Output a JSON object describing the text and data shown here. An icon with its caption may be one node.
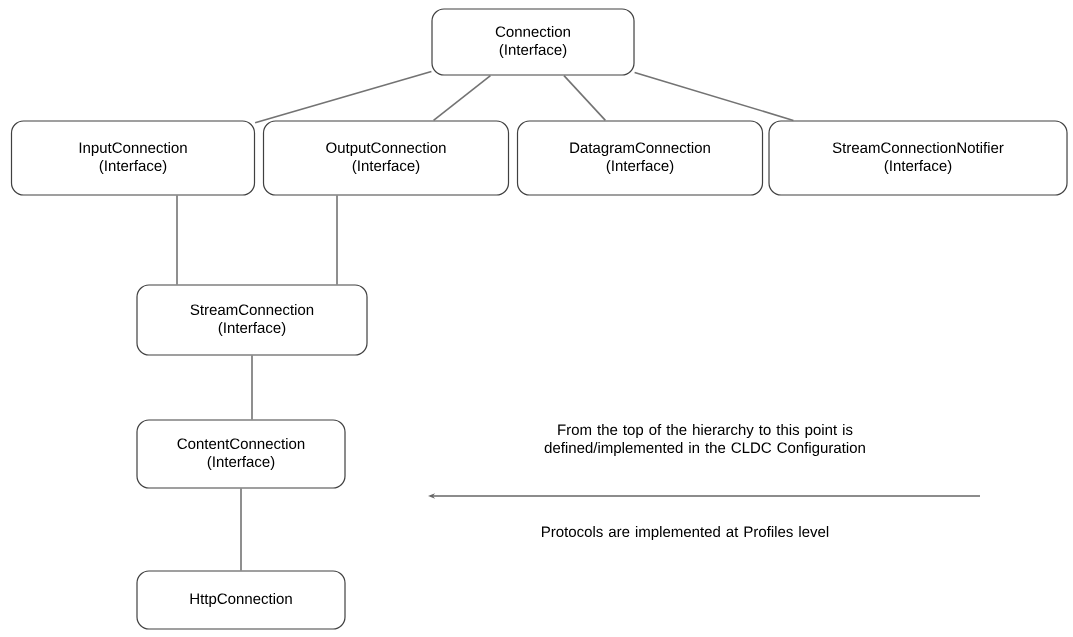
{
  "diagram": {
    "nodes": [
      {
        "text": [
          "Connection",
          "(Interface)"
        ]
      },
      {
        "text": [
          "InputConnection",
          "(Interface)"
        ]
      },
      {
        "text": [
          "OutputConnection",
          "(Interface)"
        ]
      },
      {
        "text": [
          "DatagramConnection",
          "(Interface)"
        ]
      },
      {
        "text": [
          "StreamConnectionNotifier",
          "(Interface)"
        ]
      },
      {
        "text": [
          "StreamConnection",
          "(Interface)"
        ]
      },
      {
        "text": [
          "ContentConnection",
          "(Interface)"
        ]
      },
      {
        "text": [
          "HttpConnection"
        ]
      }
    ],
    "edges": [
      {
        "from": 0,
        "to": 1,
        "arrow": "none"
      },
      {
        "from": 0,
        "to": 2,
        "arrow": "none"
      },
      {
        "from": 0,
        "to": 3,
        "arrow": "none"
      },
      {
        "from": 0,
        "to": 4,
        "arrow": "none"
      },
      {
        "from": 1,
        "to": 5,
        "arrow": "none"
      },
      {
        "from": 2,
        "to": 5,
        "arrow": "none"
      },
      {
        "from": 5,
        "to": 6,
        "arrow": "none"
      },
      {
        "from": 6,
        "to": 7,
        "arrow": "none"
      }
    ],
    "labels": [
      "From the top of the hierarchy to this point is defined/implemented in the CLDC Configuration",
      "Protocols are implemented at Profiles level"
    ]
  }
}
